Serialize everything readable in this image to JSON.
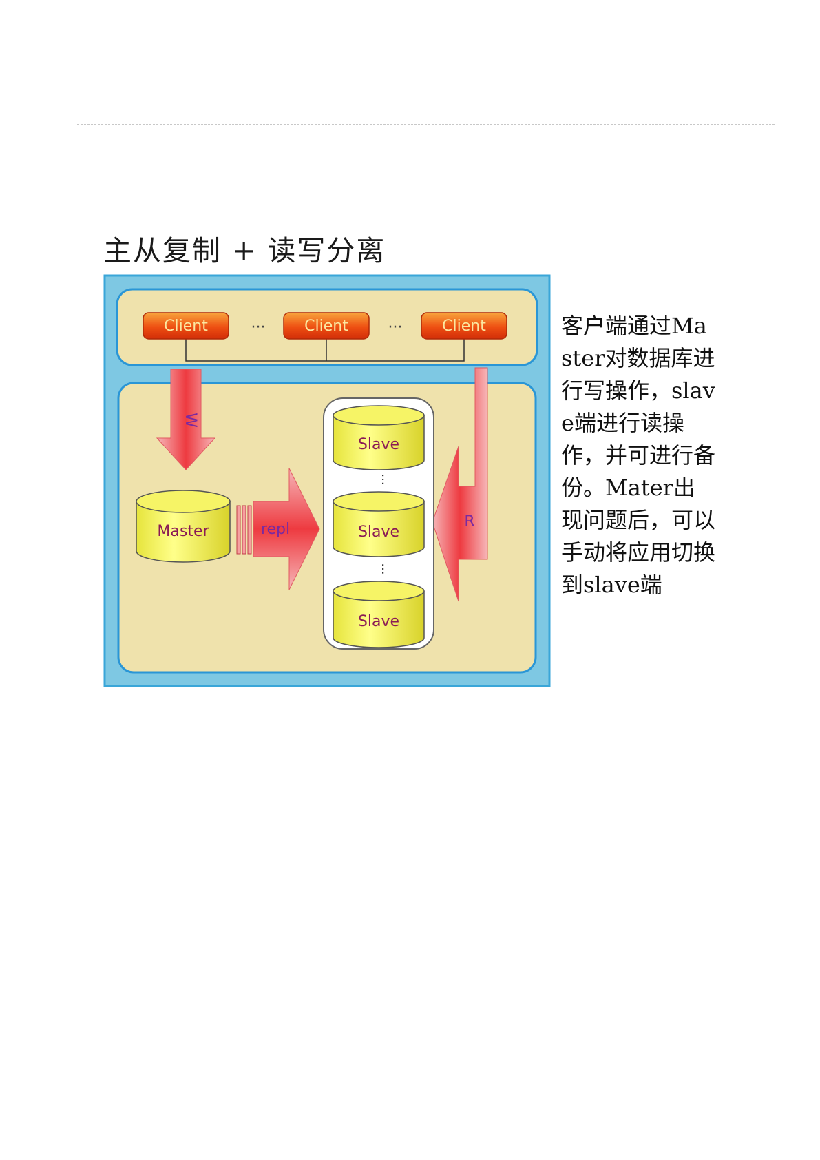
{
  "page_title": "主从复制 + 读写分离",
  "description": "客户端通过Master对数据库进行写操作，slave端进行读操作，并可进行备份。Mater出现问题后，可以手动将应用切换到slave端",
  "diagram": {
    "client_label": "Client",
    "ellipsis": "···",
    "master_label": "Master",
    "slave_label": "Slave",
    "write_label": "W",
    "read_label": "R",
    "repl_label": "repl",
    "colors": {
      "outer_frame": "#7ec8e3",
      "panel_fill": "#efe2ac",
      "client_fill": "#f05a14",
      "db_fill": "#f2f048",
      "arrow_fill": "#ee3a40"
    }
  }
}
